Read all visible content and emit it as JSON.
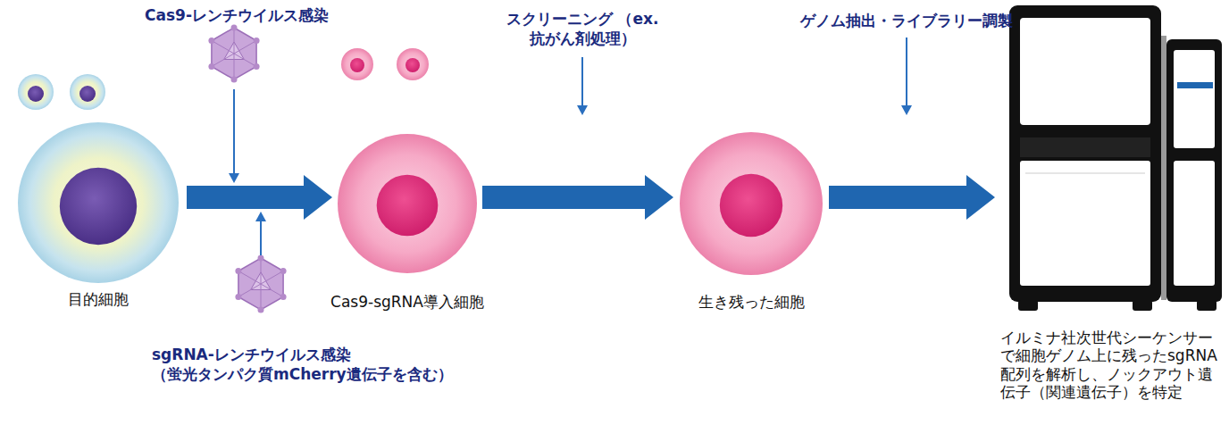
{
  "diagram": {
    "nodes": [
      {
        "text": [
          "目的細胞"
        ]
      },
      {
        "text": [
          "Cas9-レンチウイルス感染"
        ]
      },
      {
        "text": [
          "sgRNA-レンチウイルス感染 （蛍光タンパク質mCherry遺伝子を含む）"
        ]
      },
      {
        "text": [
          "Cas9-sgRNA導入細胞"
        ]
      },
      {
        "text": [
          "生き残った細胞"
        ]
      },
      {
        "text": [
          "イルミナ社次世代シーケンサーで細胞ゲノム上に残ったsgRNA配列を解析し、ノックアウト遺伝子（関連遺伝子）を特定"
        ]
      }
    ],
    "edges": [
      {
        "from": 0,
        "to": 3,
        "arrow": "to"
      },
      {
        "from": 3,
        "to": 4,
        "arrow": "to"
      },
      {
        "from": 4,
        "to": 5,
        "arrow": "to"
      }
    ],
    "labels": [
      "スクリーニング （ex. 抗がん剤処理）",
      "ゲノム抽出・ライブラリー調製"
    ]
  }
}
